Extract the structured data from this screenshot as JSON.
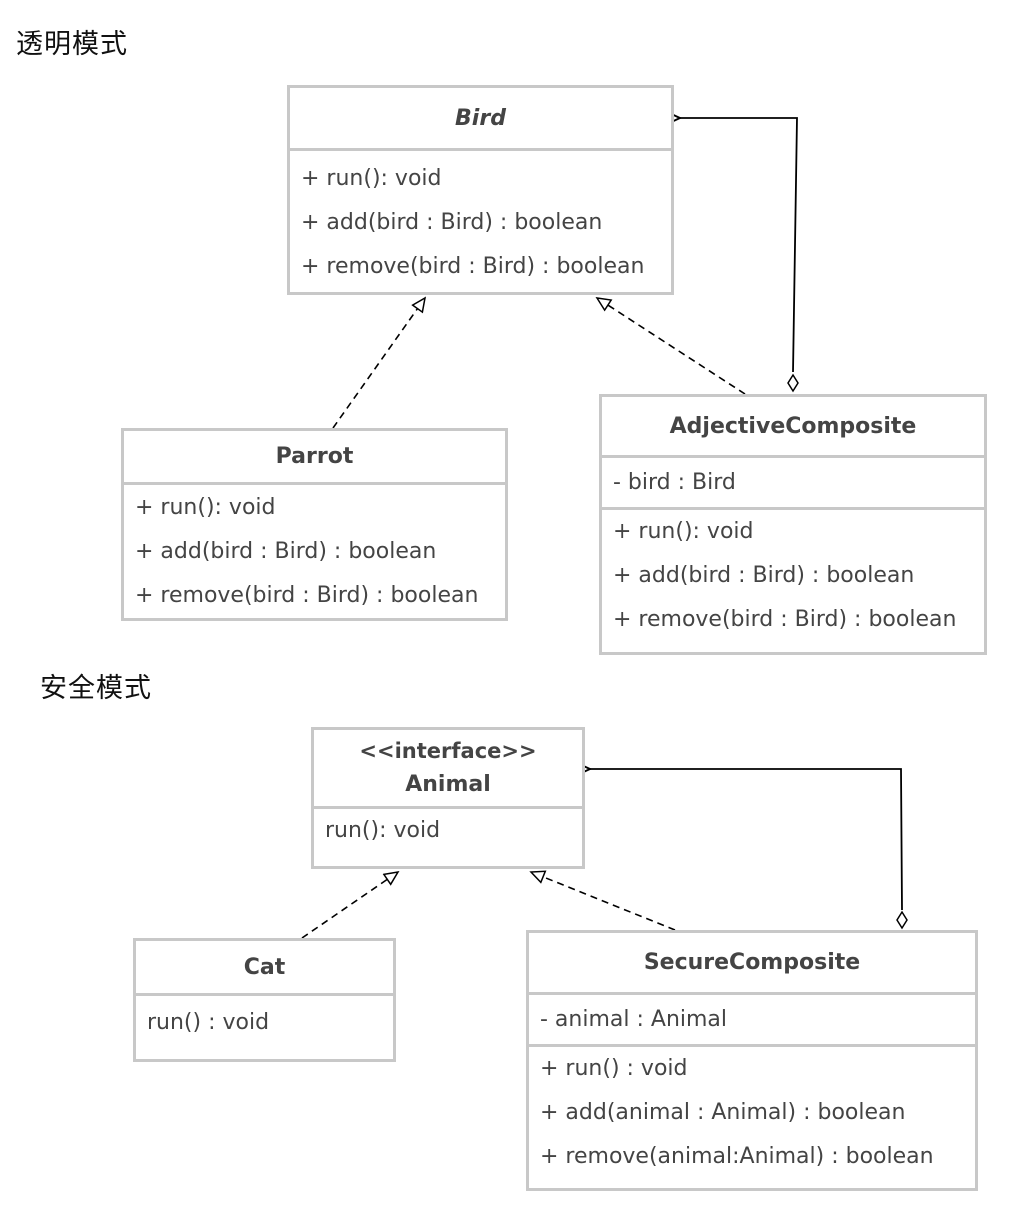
{
  "sections": {
    "transparent_title": "透明模式",
    "secure_title": "安全模式"
  },
  "bird": {
    "name": "Bird",
    "methods": [
      "+ run(): void",
      "+ add(bird : Bird) : boolean",
      "+ remove(bird : Bird) : boolean"
    ]
  },
  "parrot": {
    "name": "Parrot",
    "methods": [
      "+ run(): void",
      "+ add(bird : Bird) : boolean",
      "+ remove(bird : Bird) : boolean"
    ]
  },
  "adjective_composite": {
    "name": "AdjectiveComposite",
    "attribute": "- bird : Bird",
    "methods": [
      "+ run(): void",
      "+ add(bird : Bird) : boolean",
      "+ remove(bird : Bird) : boolean"
    ]
  },
  "animal": {
    "stereotype": "<<interface>>",
    "name": "Animal",
    "methods": [
      "run(): void"
    ]
  },
  "cat": {
    "name": "Cat",
    "methods": [
      "run() : void"
    ]
  },
  "secure_composite": {
    "name": "SecureComposite",
    "attribute": "- animal : Animal",
    "methods": [
      "+ run() : void",
      "+ add(animal : Animal) : boolean",
      "+ remove(animal:Animal) : boolean"
    ]
  },
  "colors": {
    "border": "#c8c8c8",
    "line": "#000000",
    "text": "#444444"
  }
}
